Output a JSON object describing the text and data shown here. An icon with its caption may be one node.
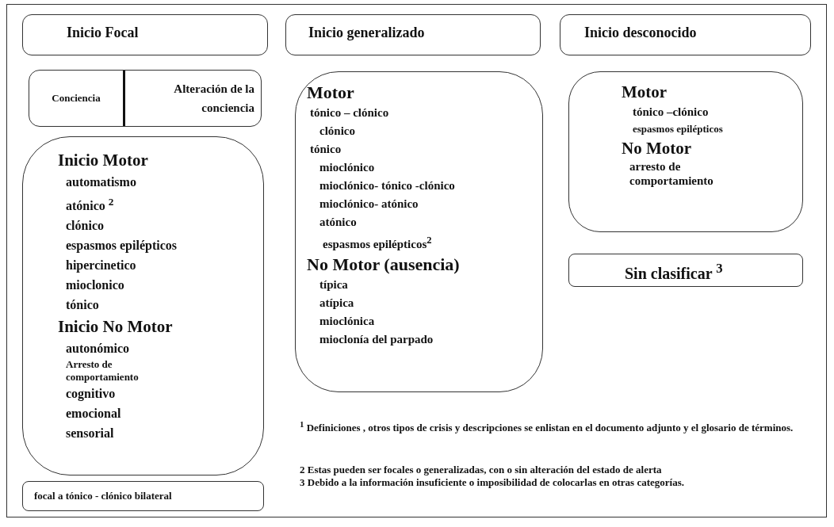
{
  "diagram": {
    "nodes": [
      {
        "text": [
          "Inicio Focal"
        ]
      },
      {
        "text": [
          "Inicio generalizado"
        ]
      },
      {
        "text": [
          "Inicio desconocido"
        ]
      },
      {
        "text": [
          "Conciencia",
          "Alteración de la conciencia"
        ]
      },
      {
        "text": [
          "Inicio Motor",
          "automatismo",
          "atónico $^{2}$",
          "clónico",
          "espasmos epilépticos",
          "hipercinetico",
          "mioclonico",
          "tónico",
          "Inicio No Motor",
          "autonómico",
          "Arresto de comportamiento",
          "cognitivo",
          "emocional",
          "sensorial"
        ]
      },
      {
        "text": [
          "Motor",
          "tónico – clónico",
          "clónico",
          "tónico",
          "mioclónico",
          "mioclónico- tónico -clónico",
          "mioclónico- atónico",
          "atónico",
          "espasmos epilépticos$^{2}$",
          "No Motor (ausencia)",
          "típica",
          "atípica",
          "mioclónica",
          "mioclonía del parpado"
        ]
      },
      {
        "text": [
          "Motor",
          "tónico –clónico",
          "espasmos epilépticos",
          "No Motor",
          "arresto de comportamiento"
        ]
      },
      {
        "text": [
          "Sin clasificar $^{3}$"
        ]
      },
      {
        "text": [
          "focal a tónico - clónico bilateral"
        ]
      }
    ],
    "edges": [],
    "labels": [
      "$^{1}$ Definiciones , otros tipos de crisis y descripciones se enlistan en el documento adjunto y el glosario de términos.",
      "2 Estas pueden ser focales o generalizadas, con o sin alteración del estado de alerta",
      "3 Debido a la información insuficiente o imposibilidad de colocarlas en otras categorías."
    ]
  }
}
